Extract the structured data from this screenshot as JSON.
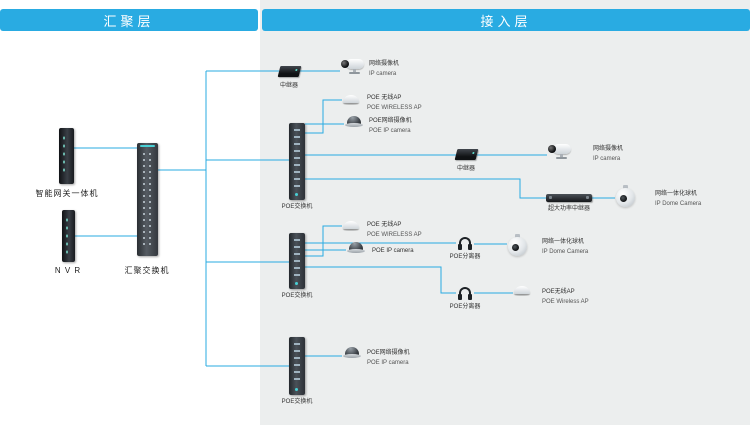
{
  "colors": {
    "accent": "#29ABE2",
    "panel": "#ECEEEE",
    "wire": "#29ABE2"
  },
  "headers": {
    "aggregation": "汇聚层",
    "access": "接入层"
  },
  "aggregation": {
    "gateway": {
      "label": "智能网关一体机"
    },
    "nvr": {
      "label": "N V R"
    },
    "switch": {
      "label": "汇聚交换机"
    }
  },
  "access": {
    "repeater_top": {
      "label": "中继器"
    },
    "cam_top": {
      "name": "网络摄像机",
      "name_en": "IP camera"
    },
    "poe_switch1": {
      "label": "POE交换机"
    },
    "ap1": {
      "name": "POE 无线AP",
      "name_en": "POE WIRELESS AP"
    },
    "dome1": {
      "name": "POE网络摄像机",
      "name_en": "POE IP camera"
    },
    "repeater_mid": {
      "label": "中继器"
    },
    "cam_mid": {
      "name": "网络摄像机",
      "name_en": "IP camera"
    },
    "extender": {
      "label": "超大功率中继器"
    },
    "ball1": {
      "name": "网络一体化球机",
      "name_en": "IP Dome Camera"
    },
    "poe_switch2": {
      "label": "POE交换机"
    },
    "ap2": {
      "name": "POE 无线AP",
      "name_en": "POE WIRELESS AP"
    },
    "dome2": {
      "name": "POE IP camera"
    },
    "splitter1": {
      "label": "POE分离器"
    },
    "ball2": {
      "name": "网络一体化球机",
      "name_en": "IP Dome Camera"
    },
    "splitter2": {
      "label": "POE分离器"
    },
    "ap3": {
      "name": "POE无线AP",
      "name_en": "POE Wireless AP"
    },
    "poe_switch3": {
      "label": "POE交换机"
    },
    "dome3": {
      "name": "POE网络摄像机",
      "name_en": "POE IP camera"
    }
  }
}
